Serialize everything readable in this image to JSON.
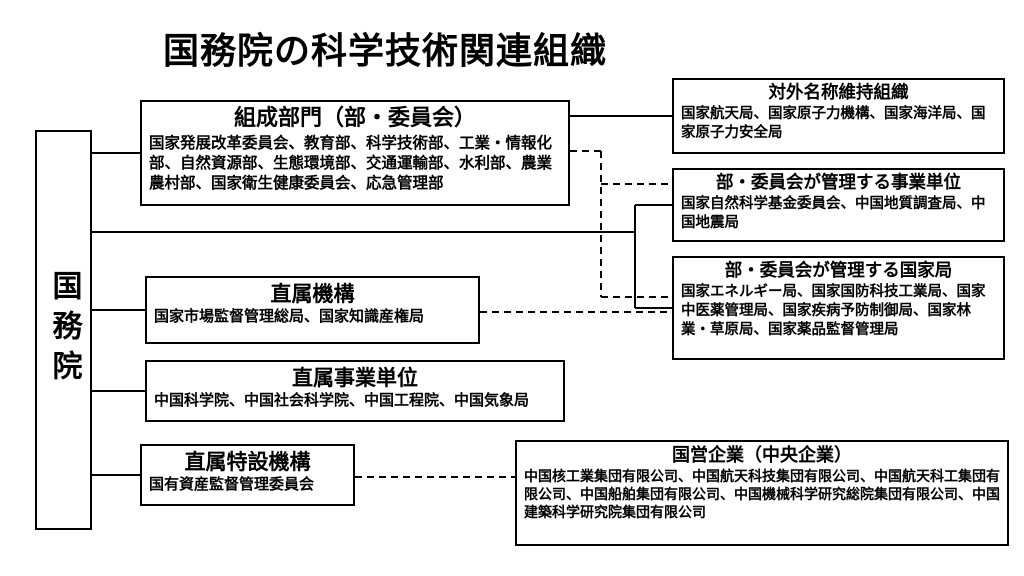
{
  "title": "国務院の科学技術関連組織",
  "root": {
    "label": "国務院"
  },
  "boxes": {
    "composition": {
      "title": "組成部門（部・委員会）",
      "body": "国家発展改革委員会、教育部、科学技術部、工業・情報化部、自然資源部、生態環境部、交通運輸部、水利部、農業農村部、国家衛生健康委員会、応急管理部"
    },
    "direct_agencies": {
      "title": "直属機構",
      "body": "国家市場監督管理総局、国家知識産権局"
    },
    "direct_institutions": {
      "title": "直属事業単位",
      "body": "中国科学院、中国社会科学院、中国工程院、中国気象局"
    },
    "direct_special": {
      "title": "直属特設機構",
      "body": "国有資産監督管理委員会"
    },
    "external_name": {
      "title": "対外名称維持組織",
      "body": "国家航天局、国家原子力機構、国家海洋局、国家原子力安全局"
    },
    "ministry_institutions": {
      "title": "部・委員会が管理する事業単位",
      "body": "国家自然科学基金委員会、中国地質調査局、中国地震局"
    },
    "ministry_bureaus": {
      "title": "部・委員会が管理する国家局",
      "body": "国家エネルギー局、国家国防科技工業局、国家中医薬管理局、国家疾病予防制御局、国家林業・草原局、国家薬品監督管理局"
    },
    "state_enterprises": {
      "title": "国営企業（中央企業）",
      "body": "中国核工業集団有限公司、中国航天科技集団有限公司、中国航天科工集団有限公司、中国船舶集団有限公司、中国機械科学研究総院集団有限公司、中国建築科学研究院集団有限公司"
    }
  },
  "connections": [
    {
      "from": "国務院",
      "to": "組成部門（部・委員会）",
      "style": "solid"
    },
    {
      "from": "国務院",
      "to": "直属機構",
      "style": "solid"
    },
    {
      "from": "国務院",
      "to": "直属事業単位",
      "style": "solid"
    },
    {
      "from": "国務院",
      "to": "直属特設機構",
      "style": "solid"
    },
    {
      "from": "国務院",
      "to": "部・委員会が管理する事業単位",
      "style": "solid"
    },
    {
      "from": "国務院",
      "to": "部・委員会が管理する国家局",
      "style": "solid"
    },
    {
      "from": "組成部門（部・委員会）",
      "to": "対外名称維持組織",
      "style": "solid"
    },
    {
      "from": "組成部門（部・委員会）",
      "to": "部・委員会が管理する事業単位",
      "style": "dashed"
    },
    {
      "from": "組成部門（部・委員会）",
      "to": "部・委員会が管理する国家局",
      "style": "dashed"
    },
    {
      "from": "直属機構",
      "to": "部・委員会が管理する国家局",
      "style": "dashed"
    },
    {
      "from": "直属特設機構",
      "to": "国営企業（中央企業）",
      "style": "dashed"
    }
  ],
  "colors": {
    "background": "#ffffff",
    "line": "#000000",
    "text": "#000000"
  }
}
